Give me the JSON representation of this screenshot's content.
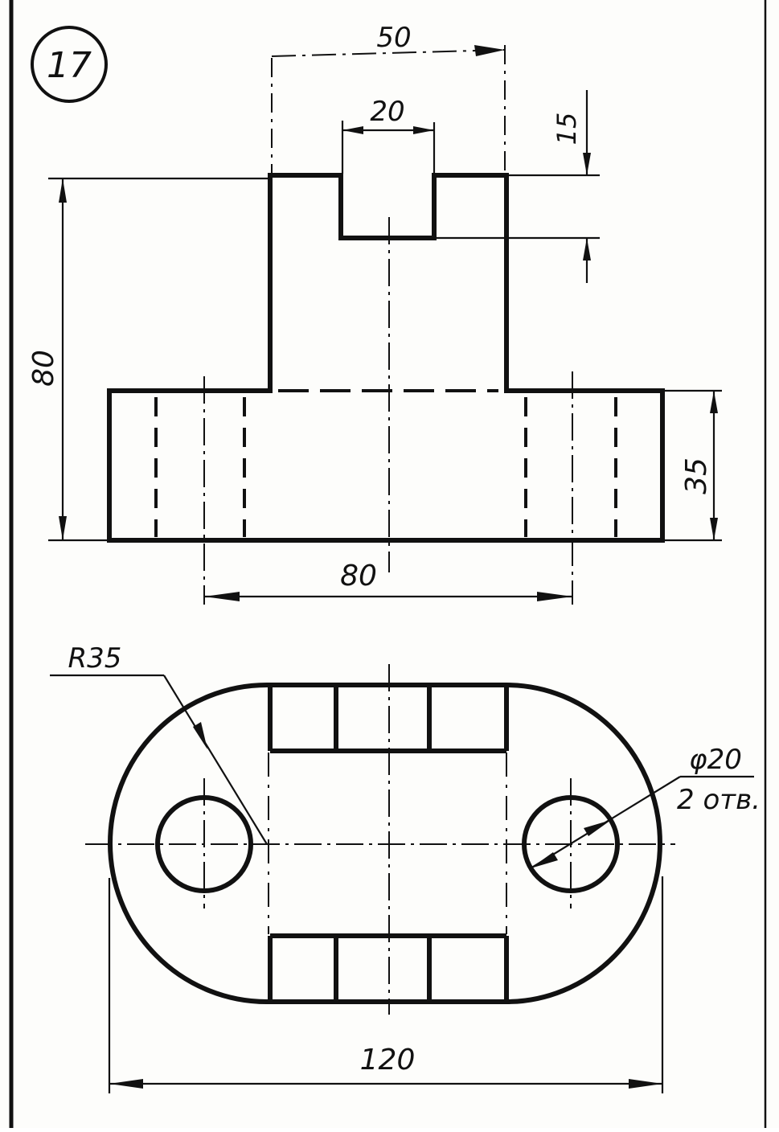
{
  "drawing": {
    "number": "17",
    "front_view": {
      "dim_top_width": "50",
      "dim_slot_width": "20",
      "dim_slot_depth": "15",
      "dim_total_height": "80",
      "dim_base_height": "35",
      "dim_hole_spacing": "80"
    },
    "top_view": {
      "dim_radius": "R35",
      "dim_hole_diameter": "φ20",
      "dim_hole_count": "2 отв.",
      "dim_total_length": "120"
    }
  }
}
